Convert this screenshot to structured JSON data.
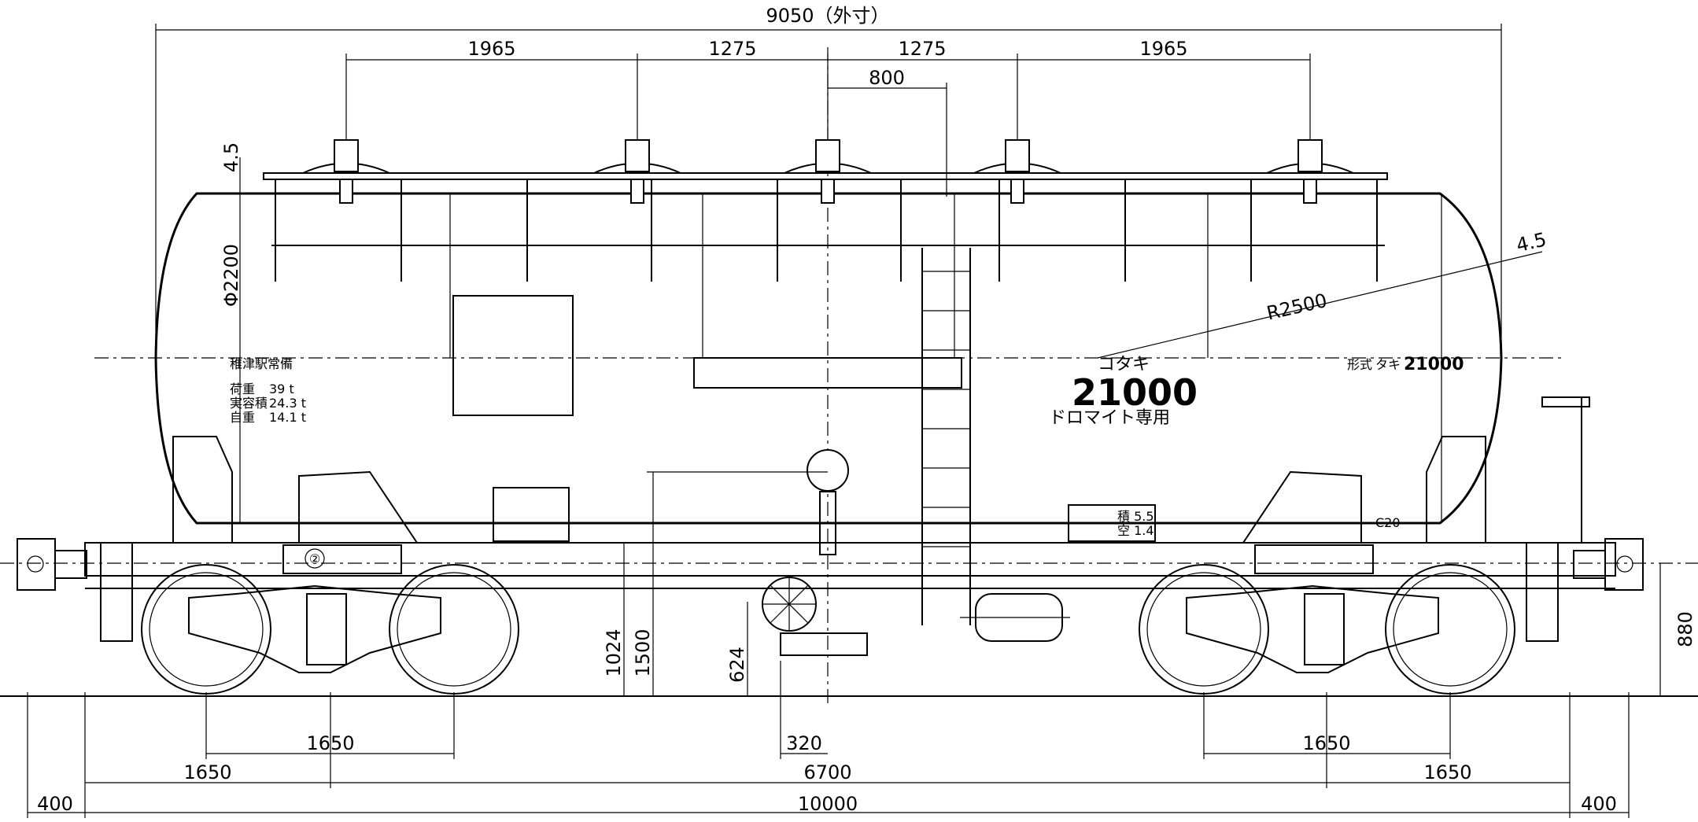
{
  "dimensions": {
    "overall_length": "9050（外寸）",
    "tank_spacing": [
      "1965",
      "1275",
      "1275",
      "1965"
    ],
    "hatch_offset": "800",
    "shell_thickness_top": "4.5",
    "shell_diameter": "Φ2200",
    "end_thickness": "4.5",
    "end_radius": "R2500",
    "height_left_1": "1024",
    "height_left_2": "1500",
    "height_center": "624",
    "height_right": "880",
    "wheelbase_left": "1650",
    "wheelbase_right": "1650",
    "outlet_width": "320",
    "overhang_left": "1650",
    "bogie_center_distance": "6700",
    "overhang_right": "1650",
    "coupler_left": "400",
    "total_length": "10000",
    "coupler_right": "400"
  },
  "markings": {
    "home_station": "稚津駅常備",
    "load_label": "荷重",
    "load_value": "39 t",
    "capacity_label": "実容積",
    "capacity_value": "24.3 t",
    "tare_label": "自重",
    "tare_value": "14.1 t",
    "type_katakana": "コタキ",
    "type_number": "21000",
    "cargo": "ドロマイト専用",
    "model_label": "形式",
    "model_prefix": "タキ",
    "model_number": "21000",
    "track_code_1": "積 5.5",
    "track_code_2": "空 1.4",
    "inspection_mark": "C20",
    "bogie_mark": "②"
  }
}
